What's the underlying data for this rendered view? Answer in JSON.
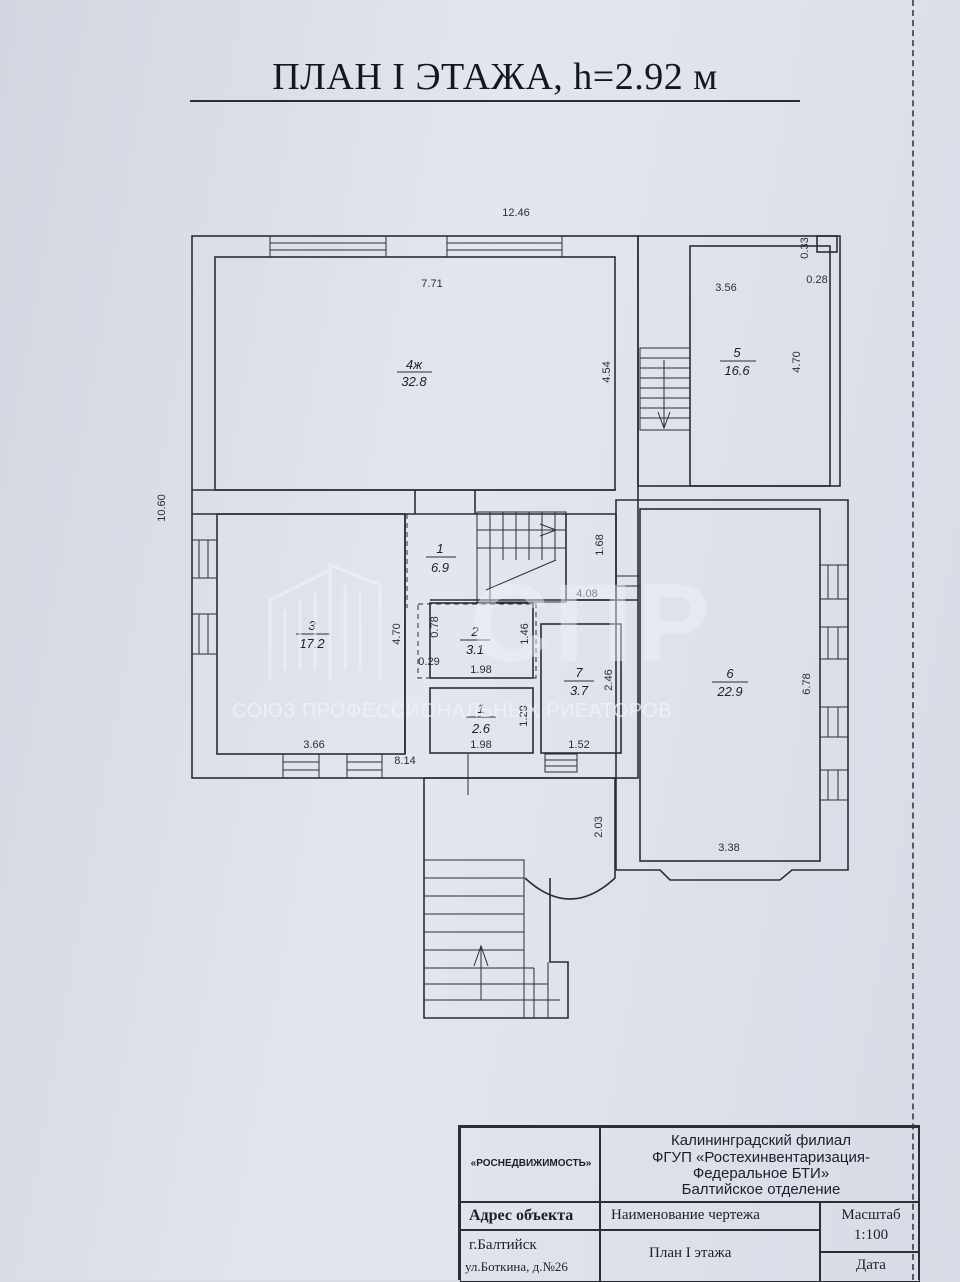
{
  "title": "ПЛАН I ЭТАЖА, h=2.92 м",
  "dimensions": {
    "overall_width": "12.46",
    "overall_height": "10.60",
    "room4_width": "7.71",
    "room4_height": "4.54",
    "room5_width": "3.56",
    "room5_height": "4.70",
    "corner_a": "0.33",
    "corner_b": "0.28",
    "hall_height": "1.68",
    "hall_width": "4.08",
    "room3_height": "4.70",
    "room3_width": "3.66",
    "wc_a": "0.78",
    "wc_b": "0.29",
    "wc_width": "1.98",
    "wc_height": "1.46",
    "bath_height": "1.29",
    "bath_width": "1.98",
    "room7_height": "2.46",
    "room7_width": "1.52",
    "room6_height": "6.78",
    "room6_width": "3.38",
    "porch_width": "8.14",
    "porch_depth": "2.03"
  },
  "rooms": {
    "r4": {
      "num": "4ж",
      "area": "32.8"
    },
    "r5": {
      "num": "5",
      "area": "16.6"
    },
    "r1a": {
      "num": "1",
      "area": "6.9"
    },
    "r3": {
      "num": "3",
      "area": "17.2"
    },
    "r2": {
      "num": "2",
      "area": "3.1"
    },
    "r7": {
      "num": "7",
      "area": "3.7"
    },
    "r6": {
      "num": "6",
      "area": "22.9"
    },
    "r1b": {
      "num": "1",
      "area": "2.6"
    }
  },
  "watermark": {
    "logo": "СПР",
    "text": "СОЮЗ ПРОФЕССИОНАЛЬНЫХ РИЕАТОРОВ"
  },
  "title_block": {
    "agency": "«РОСНЕДВИЖИМОСТЬ»",
    "org_line1": "Калининградский филиал",
    "org_line2": "ФГУП «Ростехинвентаризация-",
    "org_line3": "Федеральное БТИ»",
    "org_line4": "Балтийское отделение",
    "address_label": "Адрес объекта",
    "drawing_name_label": "Наименование чертежа",
    "scale_label": "Масштаб",
    "scale_value": "1:100",
    "address_line1": "г.Балтийск",
    "address_line2": "ул.Боткина, д.№26",
    "drawing_name": "План I этажа",
    "date_label": "Дата"
  }
}
